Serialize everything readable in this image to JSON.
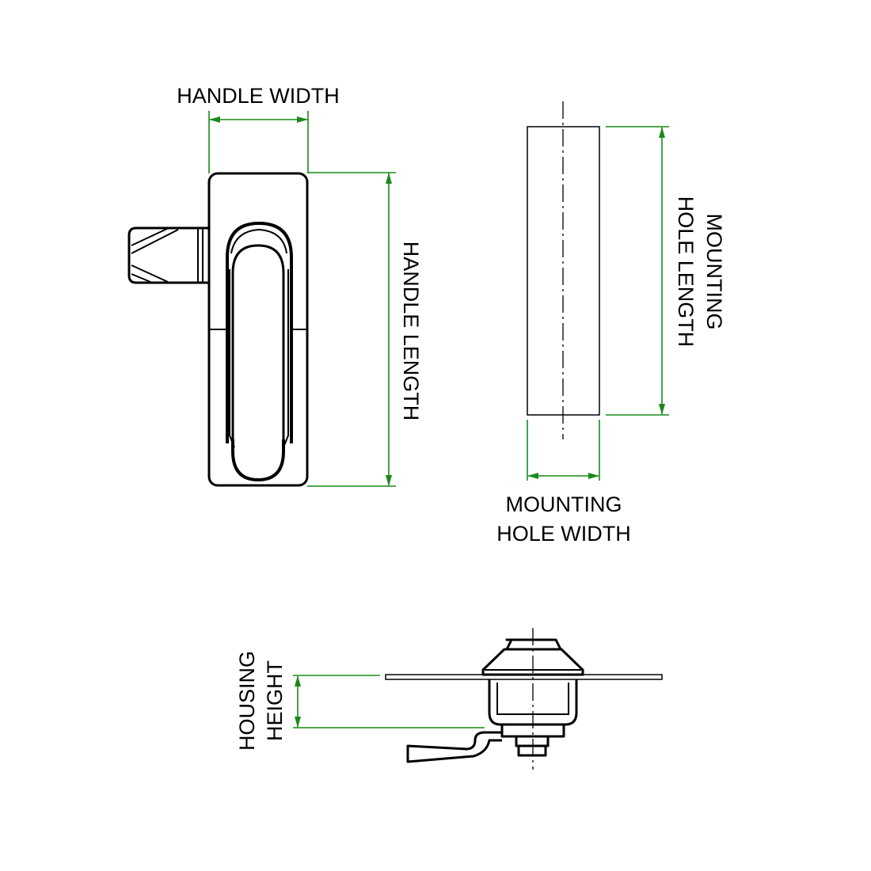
{
  "labels": {
    "handle_width": "HANDLE WIDTH",
    "handle_length": "HANDLE LENGTH",
    "mounting_hole_length_1": "MOUNTING",
    "mounting_hole_length_2": "HOLE LENGTH",
    "mounting_hole_width_1": "MOUNTING",
    "mounting_hole_width_2": "HOLE WIDTH",
    "housing_height_1": "HOUSING",
    "housing_height_2": "HEIGHT"
  },
  "colors": {
    "dimension": "#1a8a1a",
    "outline": "#000000"
  }
}
